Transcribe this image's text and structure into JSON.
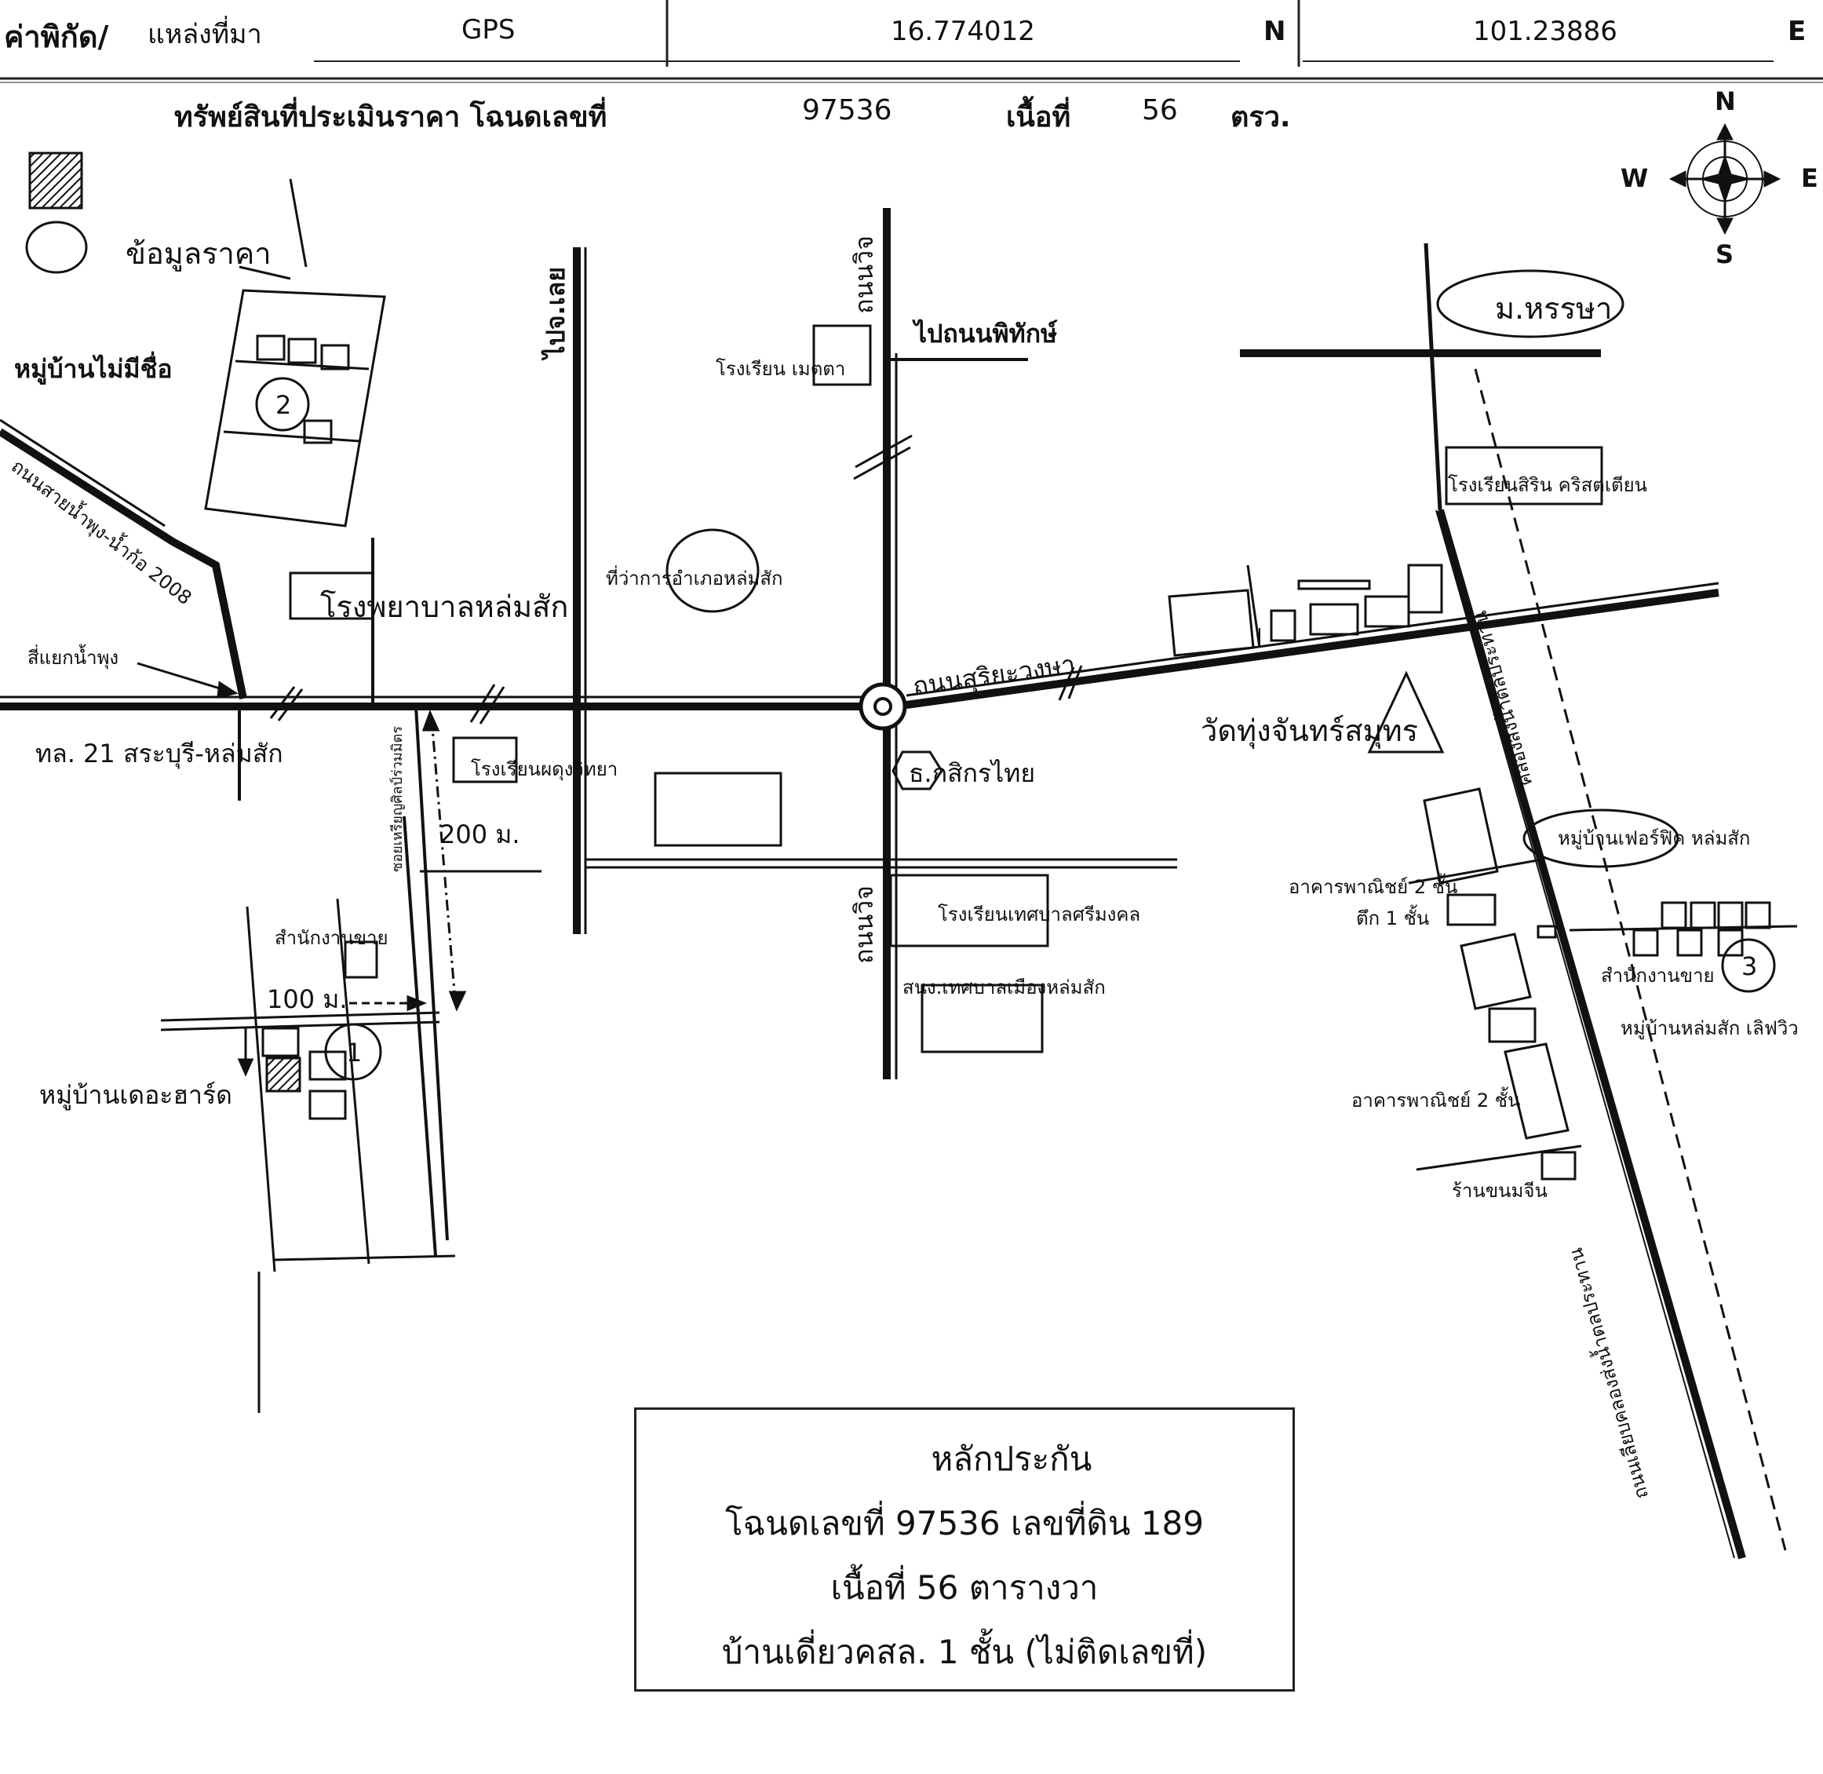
{
  "header": {
    "coord_label": "ค่าพิกัด/",
    "source_label": "แหล่งที่มา",
    "source_value": "GPS",
    "lat_value": "16.774012",
    "lat_dir": "N",
    "lon_value": "101.23886",
    "lon_dir": "E"
  },
  "subtitle": {
    "asset_label": "ทรัพย์สินที่ประเมินราคา โฉนดเลขที่",
    "deed_no": "97536",
    "area_label": "เนื้อที่",
    "area_value": "56",
    "area_unit": "ตรว."
  },
  "compass": {
    "n": "N",
    "s": "S",
    "e": "E",
    "w": "W"
  },
  "key": {
    "price_info": "ข้อมูลราคา"
  },
  "labels": {
    "village_unnamed": "หมู่บ้านไม่มีชื่อ",
    "road_nampung": "ถนนสายน้ำพุง-น้ำก้อ 2008",
    "junction": "สี่แยกน้ำพุง",
    "hwy21": "ทล. 21 สระบุรี-หล่มสัก",
    "hospital": "โรงพยาบาลหล่มสัก",
    "to_loei": "ไปจ.เลย",
    "road_wichai_top": "ถนนวิจ",
    "to_phitak": "ไปถนนพิทักษ์",
    "school_metta": "โรงเรียน เมตตา",
    "district_office": "ที่ว่าการอำเภอหล่มสัก",
    "road_suriyawong": "ถนนสุริยะวงษา",
    "school_phadung": "โรงเรียนผดุงวิทยา",
    "kasikorn": "ธ.กสิกรไทย",
    "wat": "วัดทุ่งจันทร์สมุทร",
    "soi": "ซอยเหรียญศิลป์ร่วมมิตร",
    "dist_200": "200 ม.",
    "dist_100": "100 ม.",
    "sales_office_1": "สำนักงานขาย",
    "village_hard": "หมู่บ้านเดอะฮาร์ด",
    "road_wichai_bottom": "ถนนวิจ",
    "school_thesaban": "โรงเรียนเทศบาลศรีมงคล",
    "municipal_office": "สนง.เทศบาลเมืองหล่มสัก",
    "univ": "ม.หรรษา",
    "school_sirin": "โรงเรียนสิริน คริสตเตียน",
    "canal_road": "คลองส่งน้ำตลประทาน",
    "village_fourfield": "หมู่บ้านเฟอร์ฟิค หล่มสัก",
    "shophouse_2": "อาคารพาณิชย์ 2 ชั้น",
    "building_1": "ตึก 1 ชั้น",
    "sales_office_2": "สำนักงานขาย",
    "village_lomsak_view": "หมู่บ้านหล่มสัก เลิฟวิว",
    "shophouse_2b": "อาคารพาณิชย์ 2 ชั้น",
    "khanom_jeen": "ร้านขนมจีน",
    "road_canal_side": "ถนนเลียบคลองส่งน้ำตลประทาน",
    "marker_1": "1",
    "marker_2": "2",
    "marker_3": "3"
  },
  "legend": {
    "collateral": "หลักประกัน",
    "deed_line": "โฉนดเลขที่ 97536 เลขที่ดิน 189",
    "area_line": "เนื้อที่ 56 ตารางวา",
    "house_line": "บ้านเดี่ยวคสล. 1 ชั้น (ไม่ติดเลขที่)"
  }
}
